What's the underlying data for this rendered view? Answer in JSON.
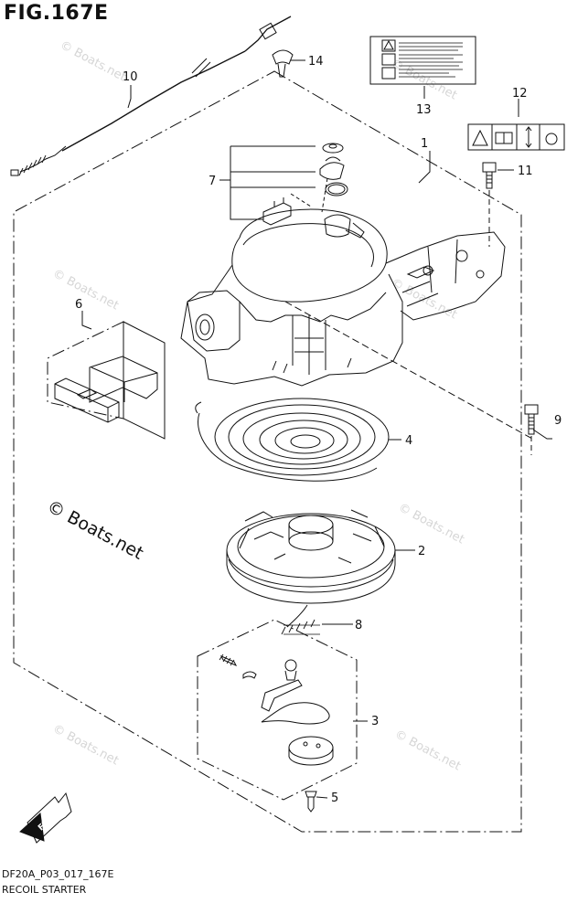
{
  "figure": {
    "title": "FIG.167E",
    "code": "DF20A_P03_017_167E",
    "name": "RECOIL STARTER",
    "copyright": "© Boats.net",
    "watermark": "© Boats.net",
    "fwd_label": "FWD"
  },
  "callouts": [
    {
      "id": "c1",
      "label": "1"
    },
    {
      "id": "c2",
      "label": "2"
    },
    {
      "id": "c3",
      "label": "3"
    },
    {
      "id": "c4",
      "label": "4"
    },
    {
      "id": "c5",
      "label": "5"
    },
    {
      "id": "c6",
      "label": "6"
    },
    {
      "id": "c7",
      "label": "7"
    },
    {
      "id": "c8",
      "label": "8"
    },
    {
      "id": "c9",
      "label": "9"
    },
    {
      "id": "c10",
      "label": "10"
    },
    {
      "id": "c11",
      "label": "11"
    },
    {
      "id": "c12",
      "label": "12"
    },
    {
      "id": "c13",
      "label": "13"
    },
    {
      "id": "c14",
      "label": "14"
    }
  ]
}
